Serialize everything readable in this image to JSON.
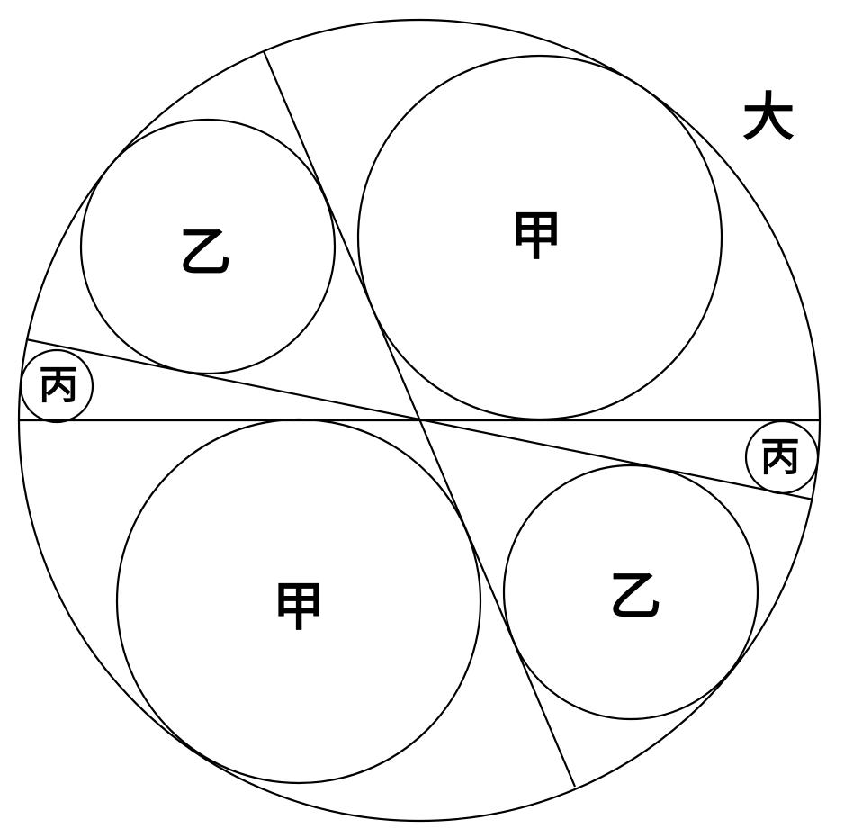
{
  "labels": {
    "big_circle": "大",
    "circle_jia_top": "甲",
    "circle_jia_bottom": "甲",
    "circle_yi_top": "乙",
    "circle_yi_bottom": "乙",
    "circle_bing_left": "丙",
    "circle_bing_right": "丙"
  }
}
